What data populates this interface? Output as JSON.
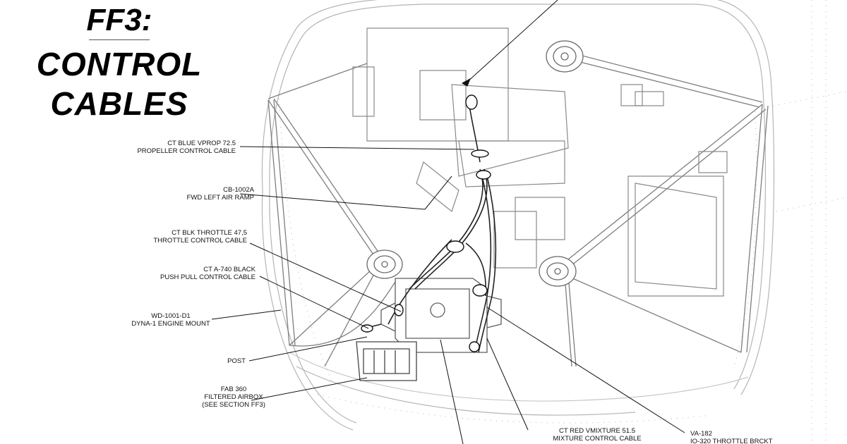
{
  "title": {
    "line1": "FF3:",
    "line2": "CONTROL",
    "line3": "CABLES"
  },
  "callouts": {
    "prop_cable": {
      "line1": "CT BLUE VPROP 72.5",
      "line2": "PROPELLER CONTROL CABLE"
    },
    "air_ramp": {
      "line1": "CB-1002A",
      "line2": "FWD LEFT AIR RAMP"
    },
    "throttle_cable": {
      "line1": "CT BLK THROTTLE 47,5",
      "line2": "THROTTLE CONTROL CABLE"
    },
    "push_pull": {
      "line1": "CT A-740 BLACK",
      "line2": "PUSH PULL CONTROL CABLE"
    },
    "engine_mount": {
      "line1": "WD-1001-D1",
      "line2": "DYNA-1 ENGINE MOUNT"
    },
    "post": {
      "line1": "POST"
    },
    "airbox": {
      "line1": "FAB 360",
      "line2": "FILTERED AIRBOX",
      "line3": "(SEE SECTION FF3)"
    },
    "mixture_cable": {
      "line1": "CT RED VMIXTURE 51.5",
      "line2": "MIXTURE CONTROL CABLE"
    },
    "throttle_bracket": {
      "line1": "VA-182",
      "line2": "IO-320 THROTTLE BRCKT"
    }
  },
  "colors": {
    "ink": "#111111",
    "structure": "#8c8c8c",
    "structure_light": "#c4c4c4"
  }
}
